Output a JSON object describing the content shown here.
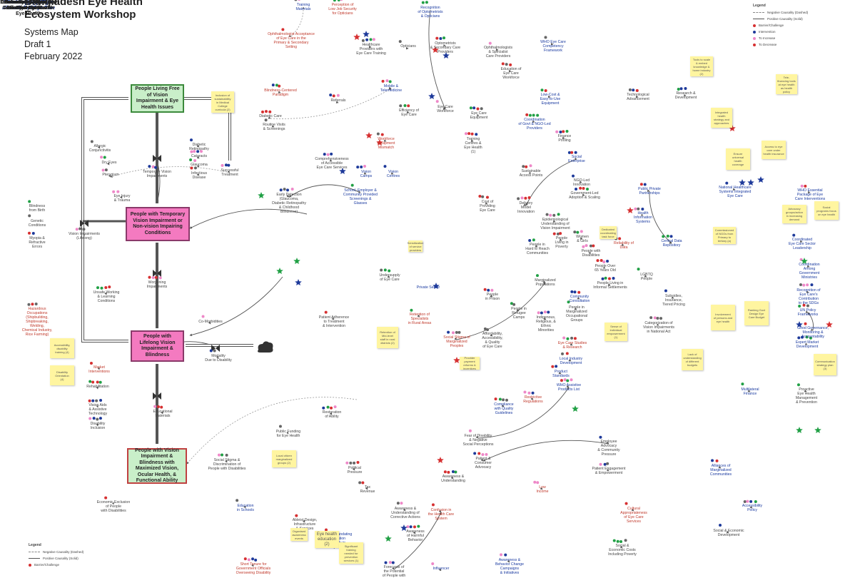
{
  "header": {
    "title_line1": "Bangladesh Eye Health",
    "title_line2": "Ecosystem Workshop",
    "subtitle1": "Systems Map",
    "subtitle2": "Draft 1",
    "subtitle3": "February 2022"
  },
  "colors": {
    "green_box": "#c9efc9",
    "pink_box": "#f47ac0",
    "red_text": "#c0392b",
    "blue_text": "#1a3aa0",
    "sticky": "#fff5a0",
    "dot_red": "#d63031",
    "dot_blue": "#1e3a9a",
    "dot_green": "#21a045",
    "dot_pink": "#ee88c8",
    "dot_grey": "#666666"
  },
  "legend": {
    "title": "Legend",
    "items": [
      "Negative Causality (Dashed)",
      "Positive Causality (Solid)",
      "Barrier/Challenge",
      "Intervention",
      "To Increase",
      "To Decrease"
    ]
  },
  "legend_bottom": {
    "title": "Legend",
    "items": [
      "Negative Causality (Dashed)",
      "Positive Causality (Solid)",
      "Barrier/Challenge"
    ]
  },
  "boxes": [
    {
      "id": "free",
      "text": "People Living Free of Vision Impairment & Eye Health Issues"
    },
    {
      "id": "temporary",
      "text": "People with Temporary Vision Impairment or Non-vision Impairing Conditions"
    },
    {
      "id": "lifelong",
      "text": "People with Lifelong Vision Impairment & Blindness"
    },
    {
      "id": "maximized",
      "text": "People with Vision Impairment & Blindness with Maximized Vision, Ocular Health, & Functional Ability"
    }
  ],
  "hubs": [
    {
      "id": "supply",
      "text": "Total Supply of Eye Care"
    },
    {
      "id": "equitable",
      "text": "Effective & Equitable Allocation of Eye Care"
    },
    {
      "id": "delivery",
      "text": "Delivery of Timely & Effective Eye Care"
    },
    {
      "id": "demand",
      "text": "Demand for & Uptake of Eye Care"
    },
    {
      "id": "individual",
      "text": "Individual Action for Eye Health"
    },
    {
      "id": "school",
      "text": "School, Employer & Community Action for Eye Health"
    },
    {
      "id": "government",
      "text": "Government & Political Action for Eye Health"
    }
  ],
  "labels": [
    {
      "t": "Ophthalmologist Acceptance\nof Eye Care in the\nPrimary & Secondary\nSetting",
      "c": "red"
    },
    {
      "t": "Perception of\nLow Job Security\nfor Opticians",
      "c": "red"
    },
    {
      "t": "Recognition\nof Optometrists\n& Opticians",
      "c": "blue"
    },
    {
      "t": "Training\nMaterials",
      "c": "blue"
    },
    {
      "t": "Healthcare\nProviders with\nEye Care Training",
      "c": ""
    },
    {
      "t": "Opticians",
      "c": ""
    },
    {
      "t": "Optometrists\n& Secondary Care\nProviders",
      "c": ""
    },
    {
      "t": "Ophthalmologists\n& Specialist\nCare Providers",
      "c": ""
    },
    {
      "t": "WHO Eye Care\nCompetency\nFramework",
      "c": "blue"
    },
    {
      "t": "Education of\nEye Care\nWorkforce",
      "c": ""
    },
    {
      "t": "Low-Cost &\nEasy-to-Use\nEquipment",
      "c": "blue"
    },
    {
      "t": "Technological\nAdvancement",
      "c": ""
    },
    {
      "t": "Research &\nDevelopment",
      "c": ""
    },
    {
      "t": "Blindness-Centered\nParadigm",
      "c": "red"
    },
    {
      "t": "Referrals",
      "c": ""
    },
    {
      "t": "Mobile &\nTelemedicine",
      "c": "blue"
    },
    {
      "t": "Efficiency of\nEye Care",
      "c": ""
    },
    {
      "t": "Eye Care\nWorkforce",
      "c": ""
    },
    {
      "t": "Eye Care\nEquipment",
      "c": ""
    },
    {
      "t": "Coordination\nof Govt & NGO-Led\nProviders",
      "c": "blue"
    },
    {
      "t": "Diabetic Care",
      "c": ""
    },
    {
      "t": "Workforce\nEquipment\nMismatch",
      "c": "red"
    },
    {
      "t": "Training\nCentres &\nEye Health\n(1)",
      "c": ""
    },
    {
      "t": "Finance\nPooling",
      "c": ""
    },
    {
      "t": "Social\nEnterprise",
      "c": "blue"
    },
    {
      "t": "Allergic\nConjunctivitis",
      "c": ""
    },
    {
      "t": "Dry Eyes",
      "c": ""
    },
    {
      "t": "Pterygium",
      "c": ""
    },
    {
      "t": "Diabetic\nRetinopathy",
      "c": ""
    },
    {
      "t": "Cataracts",
      "c": ""
    },
    {
      "t": "Glaucoma",
      "c": ""
    },
    {
      "t": "Infectious\nDisease",
      "c": ""
    },
    {
      "t": "Routine Visits\n& Screenings",
      "c": ""
    },
    {
      "t": "Comprehensiveness\nof Accessible\nEye Care Services",
      "c": ""
    },
    {
      "t": "Vision\nCamps",
      "c": "blue"
    },
    {
      "t": "Vision\nCentres",
      "c": "blue"
    },
    {
      "t": "Sustainable\nAccess Points",
      "c": ""
    },
    {
      "t": "NGO-Led\nInnovation",
      "c": ""
    },
    {
      "t": "Government-Led\nAdoption & Scaling",
      "c": ""
    },
    {
      "t": "Temporary Vision\nImpairments",
      "c": ""
    },
    {
      "t": "Successful\nTreatment",
      "c": ""
    },
    {
      "t": "Early Detection\n(Glaucoma,\nDiabetic Retinopathy\n& Childhood\nBlindness)",
      "c": ""
    },
    {
      "t": "School, Employer &\nCommunity Provided\nScreenings &\nGlasses",
      "c": "blue"
    },
    {
      "t": "Delivery\nModel\nInnovation",
      "c": ""
    },
    {
      "t": "Public Private\nPartnerships",
      "c": "blue"
    },
    {
      "t": "National Healthcare\nSystems Integrated\nEye Care",
      "c": "blue"
    },
    {
      "t": "WHO Essential\nPackage of Eye\nCare Interventions",
      "c": "blue"
    },
    {
      "t": "Blindness\nfrom Birth",
      "c": ""
    },
    {
      "t": "Genetic\nConditions",
      "c": ""
    },
    {
      "t": "Myopia &\nRefractive\nErrors",
      "c": ""
    },
    {
      "t": "Eye Injury\n& Trauma",
      "c": ""
    },
    {
      "t": "Vision Impairments\n(Lifelong)",
      "c": ""
    },
    {
      "t": "Cost of\nProviding\nEye Care",
      "c": ""
    },
    {
      "t": "Epidemiological\nUnderstanding of\nVision Impairment",
      "c": ""
    },
    {
      "t": "Health\nInformation\nSystems",
      "c": "blue"
    },
    {
      "t": "Central Data\nRepository",
      "c": "blue"
    },
    {
      "t": "Coordinated\nEye Care Sector\nLeadership",
      "c": "blue"
    },
    {
      "t": "People in\nHard to Reach\nCommunities",
      "c": ""
    },
    {
      "t": "People\nLiving in\nPoverty",
      "c": ""
    },
    {
      "t": "Women\n& Girls",
      "c": ""
    },
    {
      "t": "People with\nDisabilities",
      "c": ""
    },
    {
      "t": "Reliability of\nData",
      "c": "red"
    },
    {
      "t": "Coordination\nAmong\nGovernment\nMinistries",
      "c": "blue"
    },
    {
      "t": "Worsening\nImpairments",
      "c": ""
    },
    {
      "t": "Undersupply\nof Eye Care",
      "c": ""
    },
    {
      "t": "Marginalized\nPopulations",
      "c": ""
    },
    {
      "t": "People Over\n65 Years Old",
      "c": ""
    },
    {
      "t": "People Living in\nInformal Settlements",
      "c": ""
    },
    {
      "t": "Community\nConsultation",
      "c": "blue"
    },
    {
      "t": "LGBTQ\nPeople",
      "c": ""
    },
    {
      "t": "Subsidies,\nInsurance,\nTiered Pricing",
      "c": ""
    },
    {
      "t": "Recognition of\nEye Care's\nContribution\nto the SDGs",
      "c": "blue"
    },
    {
      "t": "Hazardous\nOccupations\n(Shipbuilding,\nShipbreaking,\nWelding,\nChemical Industry,\nRice Farming)",
      "c": "red"
    },
    {
      "t": "Unsafe Working\n& Learning\nConditions",
      "c": ""
    },
    {
      "t": "People\nin Prison",
      "c": ""
    },
    {
      "t": "People in\nRefugee\nCamps",
      "c": ""
    },
    {
      "t": "Indigenous,\nReligious, &\nEthnic\nMinorities",
      "c": ""
    },
    {
      "t": "People in\nMarginalized\nOccupational\nGroups",
      "c": ""
    },
    {
      "t": "Categorization of\nVision Impairments\nin National Act",
      "c": ""
    },
    {
      "t": "UN Policy\nFrameworks",
      "c": "blue"
    },
    {
      "t": "Retention of\nSpecialists\nin Rural Areas",
      "c": "red"
    },
    {
      "t": "Patient Adherence\nto Treatment\n& Intervention",
      "c": ""
    },
    {
      "t": "Social Stigma of\nMarginalized\nPeoples",
      "c": "red"
    },
    {
      "t": "Affordability,\nAccessibility,\n& Quality\nof Eye Care",
      "c": ""
    },
    {
      "t": "Good Governance,\nMonitoring &\nAccountability",
      "c": "blue"
    },
    {
      "t": "Co-Morbidities",
      "c": ""
    },
    {
      "t": "Mortality\nDue to Disability",
      "c": ""
    },
    {
      "t": "Eye Care Studies\n& Research",
      "c": "red"
    },
    {
      "t": "Local Industry\nDevelopment",
      "c": "blue"
    },
    {
      "t": "Product\nStandards",
      "c": "blue"
    },
    {
      "t": "Expert Market\nDevelopment",
      "c": "blue"
    },
    {
      "t": "WHO Assistive\nProducts List",
      "c": "blue"
    },
    {
      "t": "Restrictive\nRegulations",
      "c": "red"
    },
    {
      "t": "Compliance\nwith Quality\nGuidelines",
      "c": "blue"
    },
    {
      "t": "Market\nInterventions",
      "c": "red"
    },
    {
      "t": "Rehabilitation",
      "c": ""
    },
    {
      "t": "Vision Aids\n& Assistive\nTechnology",
      "c": ""
    },
    {
      "t": "Disability\nInclusion",
      "c": ""
    },
    {
      "t": "Educational\nMaterials",
      "c": ""
    },
    {
      "t": "Restoration\nof Ability",
      "c": ""
    },
    {
      "t": "Proactive\nEye Health\nManagement\n& Prevention",
      "c": ""
    },
    {
      "t": "Multilateral\nFinance",
      "c": "blue"
    },
    {
      "t": "Public Funding\nfor Eye Health",
      "c": ""
    },
    {
      "t": "Social Stigma &\nDiscrimination of\nPeople with Disabilities",
      "c": ""
    },
    {
      "t": "Fear of Disability\n& Negative\nSocial Perceptions",
      "c": ""
    },
    {
      "t": "Patient &\nConsumer\nAdvocacy",
      "c": ""
    },
    {
      "t": "Employee\nAdvocacy\n& Community\nPressure",
      "c": ""
    },
    {
      "t": "Political\nPressure",
      "c": ""
    },
    {
      "t": "Patient Engagement\n& Empowerment",
      "c": ""
    },
    {
      "t": "Alliances of\nMarginalized\nCommunities",
      "c": "blue"
    },
    {
      "t": "Tax\nRevenue",
      "c": ""
    },
    {
      "t": "Awareness &\nUnderstanding",
      "c": ""
    },
    {
      "t": "Low\nIncome",
      "c": "red"
    },
    {
      "t": "Education\nin Schools",
      "c": "blue"
    },
    {
      "t": "Economic Exclusion\nof People\nwith Disabilities",
      "c": ""
    },
    {
      "t": "Ableist Design,\nInfrastructure\n& Services",
      "c": ""
    },
    {
      "t": "Awareness &\nUnderstanding of\nCorrective Actions",
      "c": ""
    },
    {
      "t": "Confusion in\nthe Health Care\nSystem",
      "c": "red"
    },
    {
      "t": "Cultural\nAppropriateness\nof Eye Care\nServices",
      "c": "red"
    },
    {
      "t": "Accessibility\nPolicy",
      "c": "blue"
    },
    {
      "t": "Legislation Mandating\nConsideration\nof Disability in\nAll Policymaking",
      "c": "blue"
    },
    {
      "t": "Awareness\nof Harmful\nBehavior",
      "c": ""
    },
    {
      "t": "Awareness &\nBehavior Change\nCampaigns\n& Initiatives",
      "c": "blue"
    },
    {
      "t": "Social &\nEconomic Costs\nIncluding Poverty",
      "c": ""
    },
    {
      "t": "Social & Economic\nDevelopment",
      "c": ""
    },
    {
      "t": "Short Tenure for\nGovernment Officials\nOverseeing Disability",
      "c": "red"
    },
    {
      "t": "Forecasts of\nthe Potential\nof People with",
      "c": ""
    },
    {
      "t": "Influencer",
      "c": "blue"
    },
    {
      "t": "Private Sector",
      "c": "blue"
    }
  ],
  "notes": [
    "Inclusion of\nsustainability\nin Medical\nCollege\ncurricula (2)",
    "Tools to scale\n& embed\nknowledge &\nhome industry\n(2)",
    "Tele-\nfinancing tools\nat eye health\nas health\npolicy",
    "Integrated\nhealth\nstrategy and\napproaches",
    "Ensure\nuniversal\nhealth\ncoverage",
    "Access to eye\ncare under\nhealth insurance",
    "Advocacy\ngroups/action\nin increasing\ndemand",
    "Social\nprograms focus\non eye health",
    "Dedicated\ncoordinating\ntask force",
    "Commissioned\nof NGOs from\nPrimary to\ntertiary (a)",
    "Sense of\nindividual\nempowerment\n(1)",
    "Retention of\nMid-level\nstaff in rural\ndistricts (2)",
    "Provider\npayment\nreforms &\nincentives",
    "Accessibility,\ndisability\ntraining (4)",
    "Disability\nOrientation\n(4)",
    "Involvement\nof persons and\neye health",
    "Ranking Govt\nDesign Eye\nCare Budget",
    "Lack of\nunderstanding\nof different\nbudgets",
    "Communication\nstrategy plan\n(3)",
    "Local citizen\nmarginalized\ngroups (2)",
    "Organised\nawareness\nevents",
    "Eye health\neducation\n(2)",
    "Significant\ntraining\nneeded for\nprevention\nservices (1)",
    "Sensitization\nof service\nproviders"
  ]
}
